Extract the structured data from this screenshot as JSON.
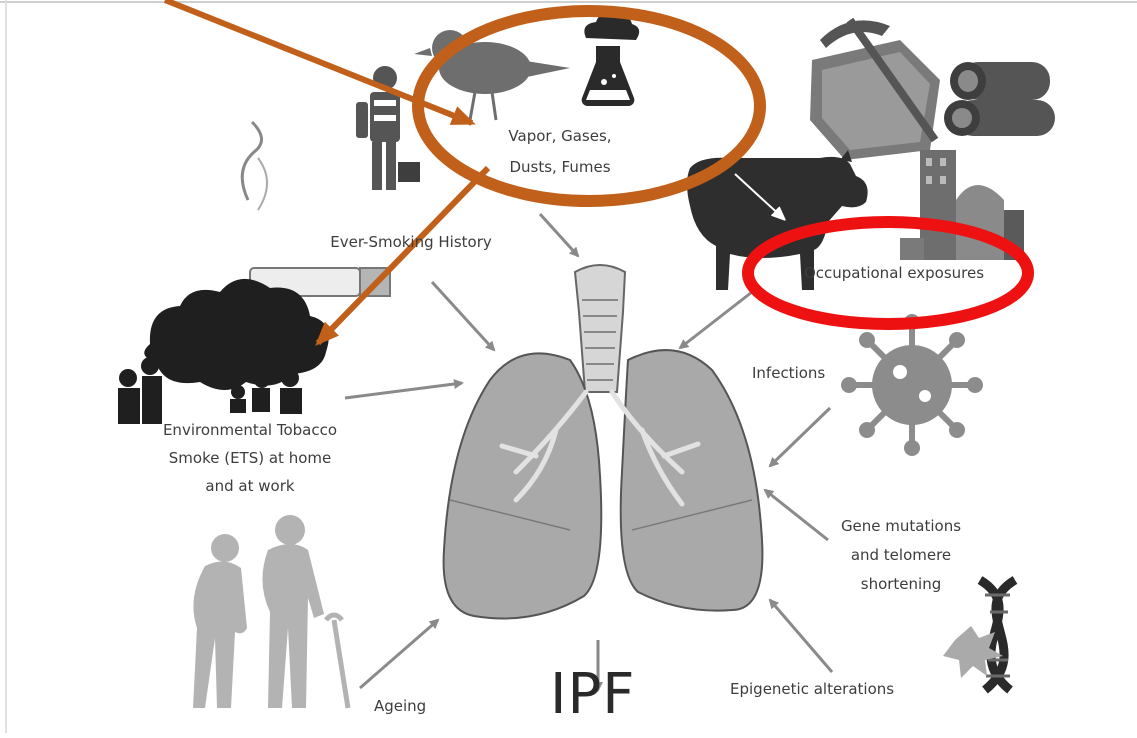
{
  "diagram": {
    "labels": {
      "vapor": "Vapor, Gases,",
      "dusts": "Dusts, Fumes",
      "smoking": "Ever-Smoking History",
      "occupational": "Occupational exposures",
      "infections": "Infections",
      "ets_1": "Environmental Tobacco",
      "ets_2": "Smoke (ETS) at home",
      "ets_3": "and at work",
      "gene_1": "Gene mutations",
      "gene_2": "and telomere",
      "gene_3": "shortening",
      "epigenetic": "Epigenetic alterations",
      "ageing": "Ageing",
      "ipf": "IPF"
    },
    "colors": {
      "annotation_orange": "#c0601a",
      "annotation_red": "#ee1111",
      "figure_gray": "#8c8c8c",
      "lung_fill": "#a9a9a9",
      "arrow_gray": "#8a8a8a"
    },
    "icons": [
      "bird-icon",
      "flask-icon",
      "worker-icon",
      "pickaxe-mine-icon",
      "logs-icon",
      "cow-icon",
      "factory-icon",
      "cigarette-icon",
      "smoke-cloud-icon",
      "virus-icon",
      "dna-icon",
      "elderly-couple-icon",
      "lungs-icon"
    ]
  }
}
